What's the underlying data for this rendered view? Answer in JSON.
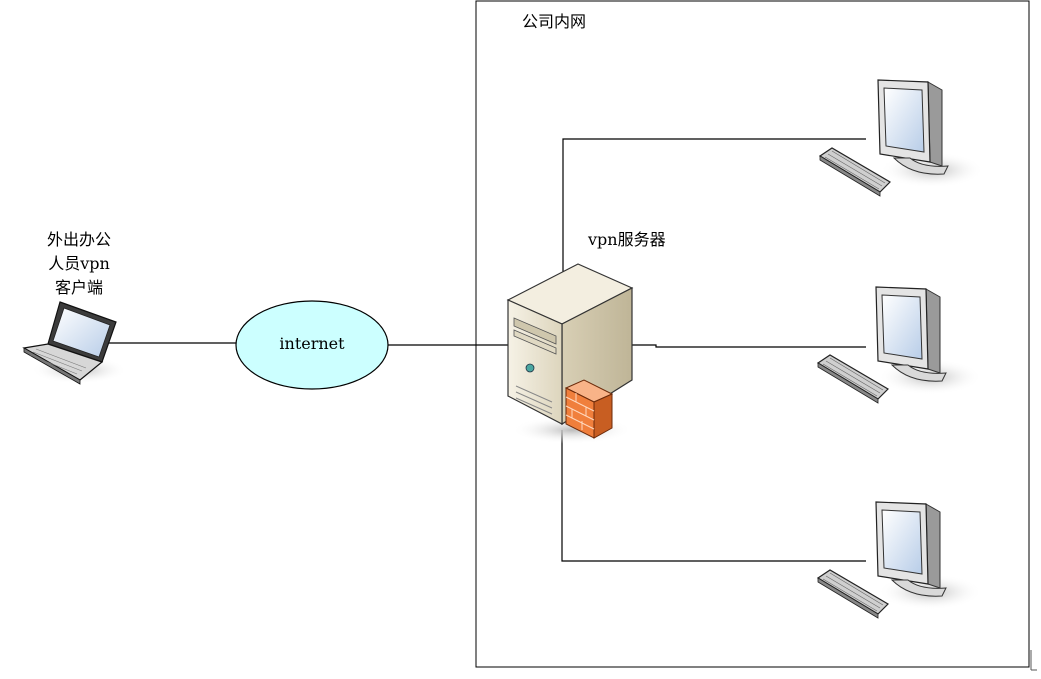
{
  "client": {
    "label_lines": [
      "外出办公",
      "人员vpn",
      "客户端"
    ]
  },
  "cloud": {
    "label": "internet",
    "fill": "#ccffff"
  },
  "intranet": {
    "label": "公司内网"
  },
  "server": {
    "label": "vpn服务器"
  },
  "workstations": [
    {
      "icon": "desktop-computer-icon"
    },
    {
      "icon": "desktop-computer-icon"
    },
    {
      "icon": "desktop-computer-icon"
    }
  ],
  "colors": {
    "line": "#000000",
    "firewall": "#f07f3c",
    "server_body": "#ece6d3",
    "monitor_screen": "#cfe0f5"
  }
}
